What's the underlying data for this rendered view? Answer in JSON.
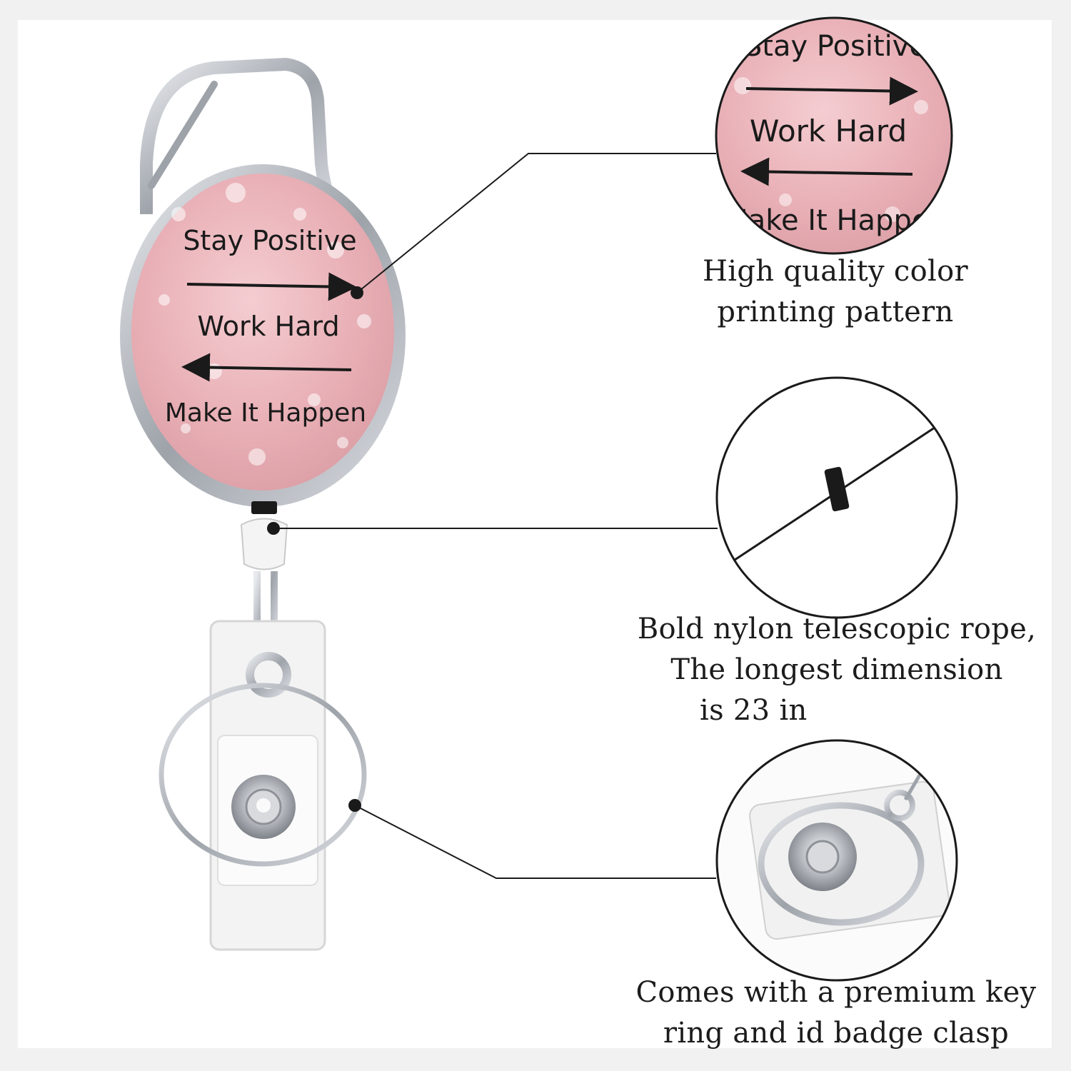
{
  "badge": {
    "line1": "Stay Positive",
    "line2": "Work Hard",
    "line3": "Make It Happen"
  },
  "zoom_print": {
    "line1": "Stay Positive",
    "line2": "Work Hard",
    "line3": "Make It Happen"
  },
  "callouts": {
    "print": {
      "line1": "High quality color",
      "line2": "printing pattern"
    },
    "rope": {
      "line1": "Bold nylon telescopic rope,",
      "line2": "The longest dimension",
      "line3": "is 23 in"
    },
    "clasp": {
      "line1": "Comes with a premium key",
      "line2": "ring and id badge clasp"
    }
  },
  "colors": {
    "glitter_pink": "#eab6bb",
    "metal": "#b8bcc2",
    "text": "#1c1c1c"
  },
  "icons": [
    "carabiner-clip-icon",
    "key-ring-icon",
    "snap-button-icon",
    "rope-stopper-icon"
  ]
}
